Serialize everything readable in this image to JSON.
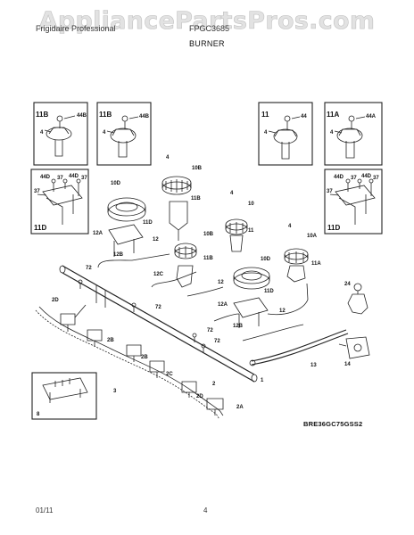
{
  "watermark": "AppliancePartsPros.com",
  "header": {
    "left_text": "Frigidaire Professional",
    "mid_text": "FPGC3685",
    "title": "BURNER"
  },
  "footer": {
    "date": "01/11",
    "page": "4"
  },
  "figure_code": "BRE36GC75GSS2",
  "callouts": {
    "box1_title": "11B",
    "box1_p1": "44B",
    "box1_p2": "4",
    "box2_title": "11B",
    "box2_p1": "44B",
    "box2_p2": "4",
    "box3_title": "11",
    "box3_p1": "44",
    "box3_p2": "4",
    "box4_title": "11A",
    "box4_p1": "44A",
    "box4_p2": "4",
    "box5_title": "11D",
    "box5_p1": "44D",
    "box5_p2": "37",
    "box5_p3": "44D",
    "box5_p4": "37",
    "box5_p5": "37",
    "box6_title": "11D",
    "box6_p1": "44D",
    "box6_p2": "37",
    "box6_p3": "44D",
    "box6_p4": "37",
    "box6_p5": "37",
    "b1_4": "4",
    "b1_10b": "10B",
    "b1_10d": "10D",
    "b1_11b": "11B",
    "b2_4": "4",
    "b2_10": "10",
    "b2_11": "11",
    "b3_4": "4",
    "b3_10a": "10A",
    "b3_11a": "11A",
    "c_11d_a": "11D",
    "c_12a_a": "12A",
    "c_12_a": "12",
    "c_12b_a": "12B",
    "c_10b": "10B",
    "c_11b_c": "11B",
    "c_12c": "12C",
    "c_12_b": "12",
    "c_10d": "10D",
    "c_11d_b": "11D",
    "c_12a_b": "12A",
    "c_12b_b": "12B",
    "c_12_c": "12",
    "c_72_a": "72",
    "c_72_b": "72",
    "c_72_c": "72",
    "c_72_d": "72",
    "c_2d_a": "2D",
    "c_2b_a": "2B",
    "c_2b_b": "2B",
    "c_2c": "2C",
    "c_2d_b": "2D",
    "c_2a": "2A",
    "c_2": "2",
    "c_1": "1",
    "c_3": "3",
    "c_24": "24",
    "c_13": "13",
    "c_14": "14",
    "c_8": "8"
  }
}
